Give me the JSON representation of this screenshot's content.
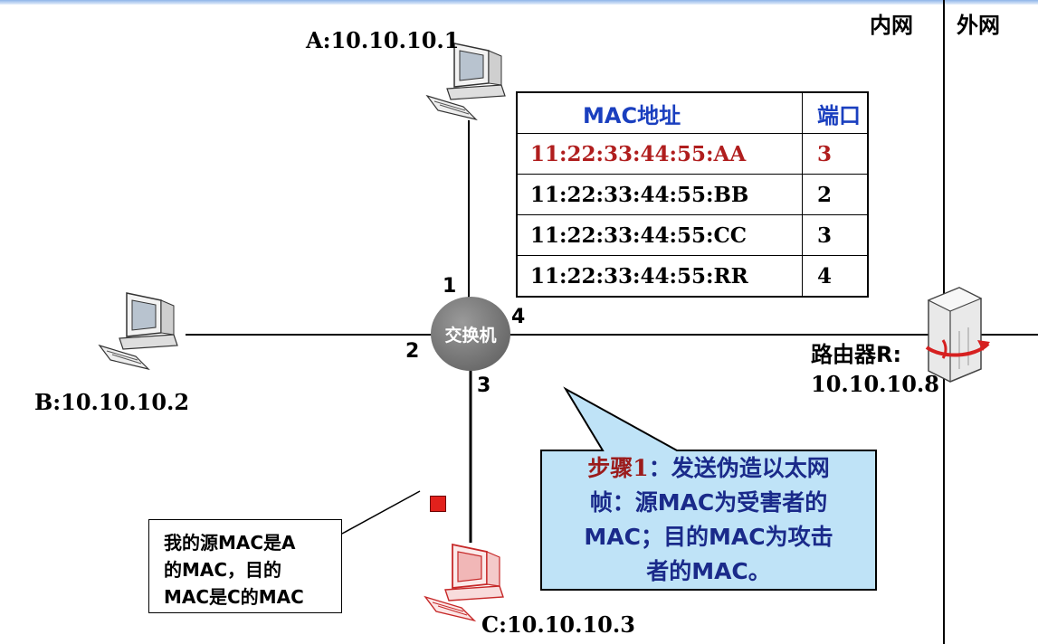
{
  "zones": {
    "inner": "内网",
    "outer": "外网"
  },
  "hosts": {
    "a": "A:10.10.10.1",
    "b": "B:10.10.10.2",
    "c": "C:10.10.10.3"
  },
  "router": {
    "line1": "路由器R:",
    "line2": "10.10.10.8"
  },
  "switch": {
    "label": "交换机",
    "ports": [
      "1",
      "2",
      "3",
      "4"
    ]
  },
  "mac_table": {
    "headers": {
      "mac": "MAC地址",
      "port": "端口"
    },
    "rows": [
      {
        "mac": "11:22:33:44:55:AA",
        "port": "3"
      },
      {
        "mac": "11:22:33:44:55:BB",
        "port": "2"
      },
      {
        "mac": "11:22:33:44:55:CC",
        "port": "3"
      },
      {
        "mac": "11:22:33:44:55:RR",
        "port": "4"
      }
    ]
  },
  "callout": {
    "step": "步骤1",
    "line1": "：发送伪造以太网",
    "line2": "帧：源MAC为受害者的",
    "line3": "MAC；目的MAC为攻击",
    "line4": "者的MAC。"
  },
  "note": {
    "line1": "我的源MAC是A",
    "line2": "的MAC，目的",
    "line3": "MAC是C的MAC"
  },
  "colors": {
    "highlight_row": "#b01e1e",
    "header_text": "#1a3fbf",
    "callout_fill": "#bfe3f7",
    "callout_text": "#1a2a8a",
    "packet": "#e2211c",
    "attacker_pc": "#d93a3a"
  }
}
